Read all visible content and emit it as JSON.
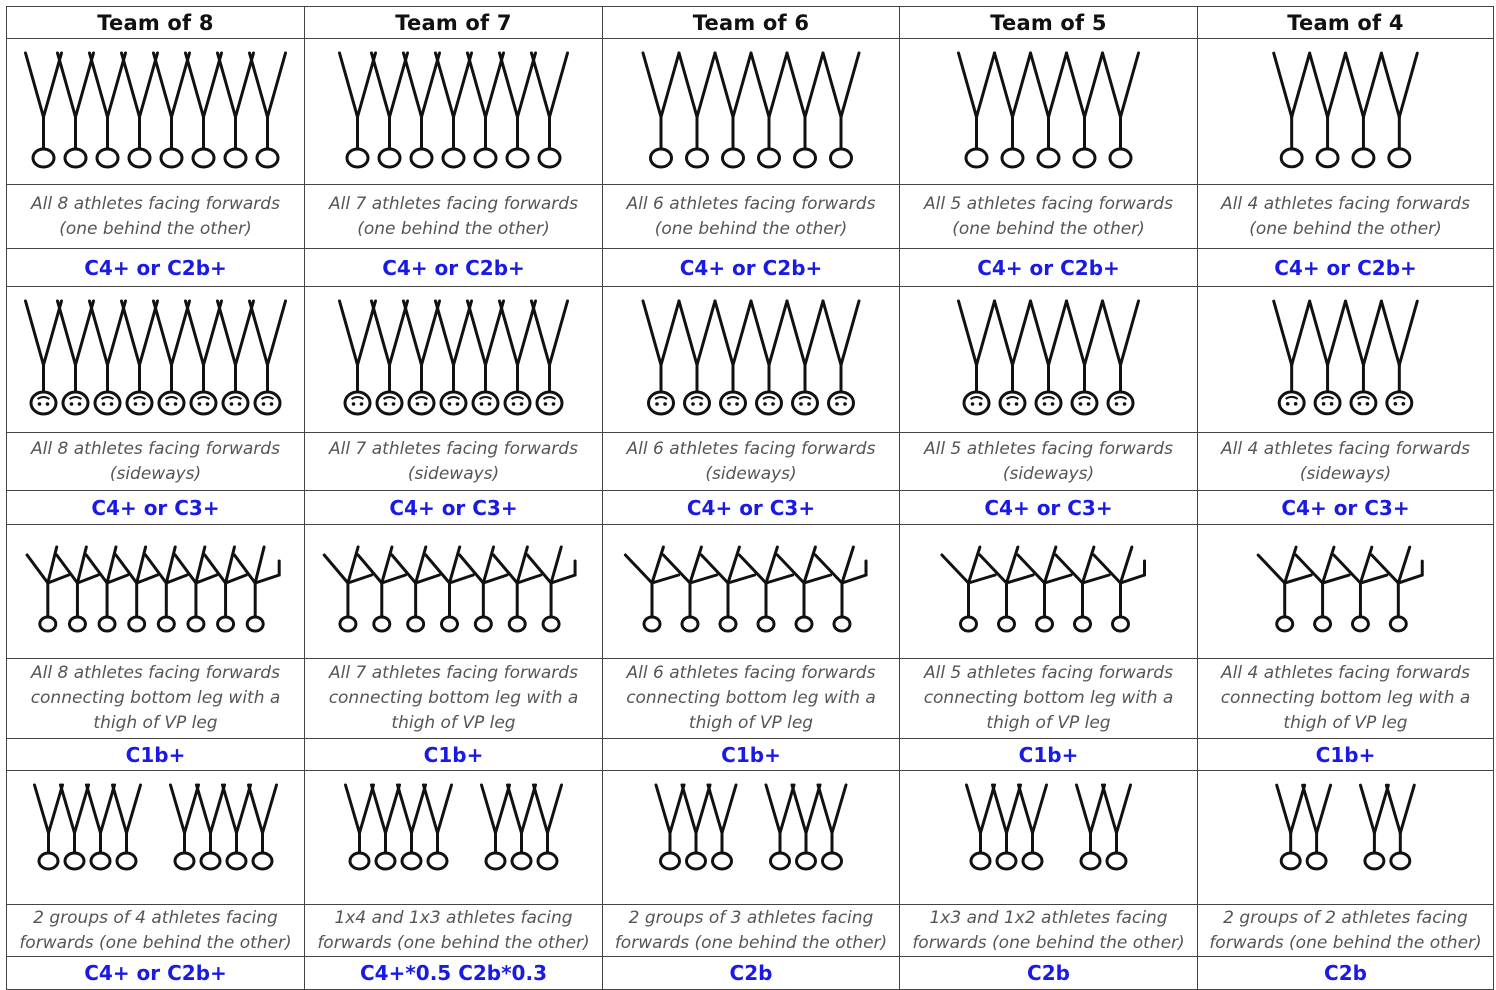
{
  "headers": [
    "Team of 8",
    "Team of 7",
    "Team of 6",
    "Team of 5",
    "Team of 4"
  ],
  "rows": [
    {
      "kind": "behind",
      "descriptions": [
        "All 8 athletes facing forwards (one behind the other)",
        "All 7 athletes facing forwards (one behind the other)",
        "All 6 athletes facing forwards (one behind the other)",
        "All 5 athletes facing forwards (one behind the other)",
        "All 4 athletes facing forwards (one behind the other)"
      ],
      "codes": [
        "C4+ or C2b+",
        "C4+ or C2b+",
        "C4+ or C2b+",
        "C4+ or C2b+",
        "C4+ or C2b+"
      ]
    },
    {
      "kind": "sideways",
      "descriptions": [
        "All 8 athletes facing forwards (sideways)",
        "All 7 athletes facing forwards (sideways)",
        "All 6 athletes facing forwards (sideways)",
        "All 5 athletes facing forwards (sideways)",
        "All 4 athletes facing forwards (sideways)"
      ],
      "codes": [
        "C4+ or C3+",
        "C4+ or C3+",
        "C4+ or C3+",
        "C4+ or C3+",
        "C4+ or C3+"
      ]
    },
    {
      "kind": "connected",
      "descriptions": [
        "All 8 athletes facing forwards connecting bottom leg with a thigh of VP leg",
        "All 7 athletes facing forwards connecting bottom leg with a thigh of VP leg",
        "All 6 athletes facing forwards connecting bottom leg with a thigh of VP leg",
        "All 5 athletes facing forwards connecting bottom leg with a thigh of VP leg",
        "All 4 athletes facing forwards connecting bottom leg with a thigh of VP leg"
      ],
      "codes": [
        "C1b+",
        "C1b+",
        "C1b+",
        "C1b+",
        "C1b+"
      ]
    },
    {
      "kind": "groups",
      "descriptions": [
        "2 groups of 4 athletes facing forwards (one behind the other)",
        "1x4 and 1x3 athletes facing forwards (one behind the other)",
        "2 groups of 3 athletes facing forwards (one behind the other)",
        "1x3 and 1x2 athletes facing forwards (one behind the other)",
        "2 groups of 2 athletes facing forwards (one behind the other)"
      ],
      "codes": [
        "C4+ or C2b+",
        "C4+*0.5 C2b*0.3",
        "C2b",
        "C2b",
        "C2b"
      ]
    }
  ],
  "counts": [
    8,
    7,
    6,
    5,
    4
  ],
  "groups": [
    [
      4,
      4
    ],
    [
      4,
      3
    ],
    [
      3,
      3
    ],
    [
      3,
      2
    ],
    [
      2,
      2
    ]
  ],
  "colors": {
    "line": "#111111",
    "border": "#444444",
    "code": "#1a1ae6",
    "desc": "#555555"
  }
}
